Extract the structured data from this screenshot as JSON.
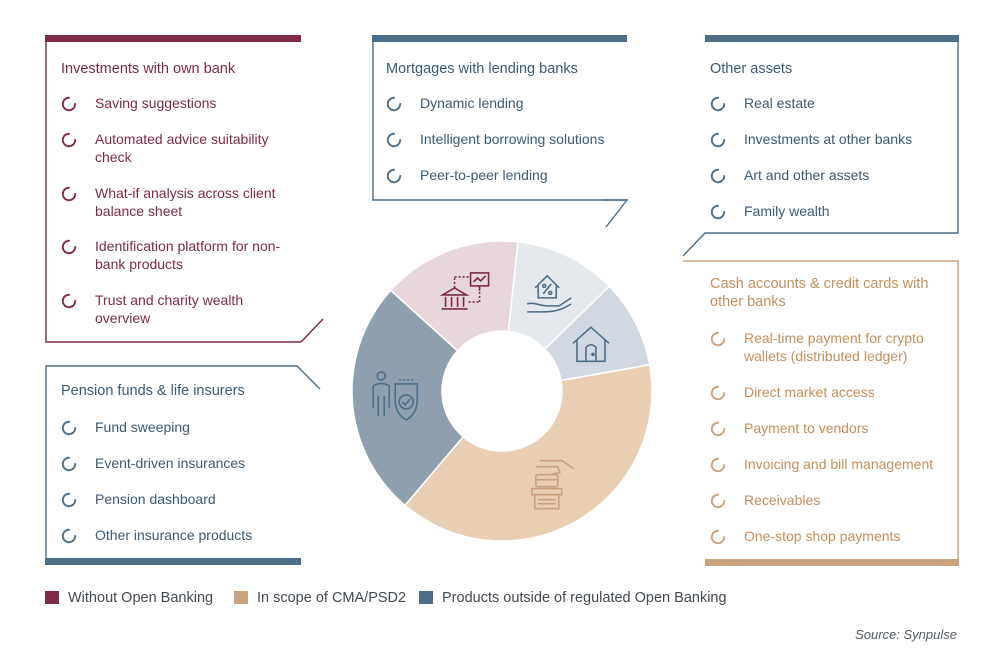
{
  "colors": {
    "without": "#7d2b46",
    "inscope": "#c9a27e",
    "outside": "#4d6e88",
    "seg_without": "#e7d6da",
    "seg_mortgage": "#e5e8ed",
    "seg_other": "#d2d8e1",
    "seg_cash": "#e8ceb3",
    "seg_pension": "#909fad"
  },
  "boxes": {
    "investments": {
      "title": "Investments with own bank",
      "items": [
        "Saving suggestions",
        "Automated advice suitability check",
        "What-if analysis across client balance sheet",
        "Identification platform for non-bank products",
        "Trust and charity wealth overview"
      ]
    },
    "mortgages": {
      "title": "Mortgages with lending banks",
      "items": [
        "Dynamic lending",
        "Intelligent borrowing solutions",
        "Peer-to-peer lending"
      ]
    },
    "other_assets": {
      "title": "Other assets",
      "items": [
        "Real estate",
        "Investments at other banks",
        "Art and other assets",
        "Family wealth"
      ]
    },
    "cash": {
      "title": "Cash accounts & credit cards with other banks",
      "items": [
        "Real-time payment for crypto wallets (distributed ledger)",
        "Direct market access",
        "Payment to vendors",
        "Invoicing and bill management",
        "Receivables",
        "One-stop shop payments"
      ]
    },
    "pension": {
      "title": "Pension funds & life insurers",
      "items": [
        "Fund sweeping",
        "Event-driven insurances",
        "Pension dashboard",
        "Other insurance products"
      ]
    }
  },
  "donut": {
    "segments": [
      {
        "key": "without",
        "share": 0.15,
        "color": "#e7d6da",
        "icon": "bank-transfer-icon"
      },
      {
        "key": "mortgage",
        "share": 0.11,
        "color": "#e5e8ed",
        "icon": "hand-house-percent-icon"
      },
      {
        "key": "other",
        "share": 0.095,
        "color": "#d2d8e1",
        "icon": "house-icon"
      },
      {
        "key": "cash",
        "share": 0.39,
        "color": "#e8ceb3",
        "icon": "hand-payment-icon"
      },
      {
        "key": "pension",
        "share": 0.255,
        "color": "#909fad",
        "icon": "person-shield-icon"
      }
    ]
  },
  "legend": [
    {
      "label": "Without Open Banking",
      "color": "#7d2b46"
    },
    {
      "label": "In scope of CMA/PSD2",
      "color": "#c9a27e"
    },
    {
      "label": "Products outside of regulated Open Banking",
      "color": "#4d6e88"
    }
  ],
  "source": "Source: Synpulse"
}
